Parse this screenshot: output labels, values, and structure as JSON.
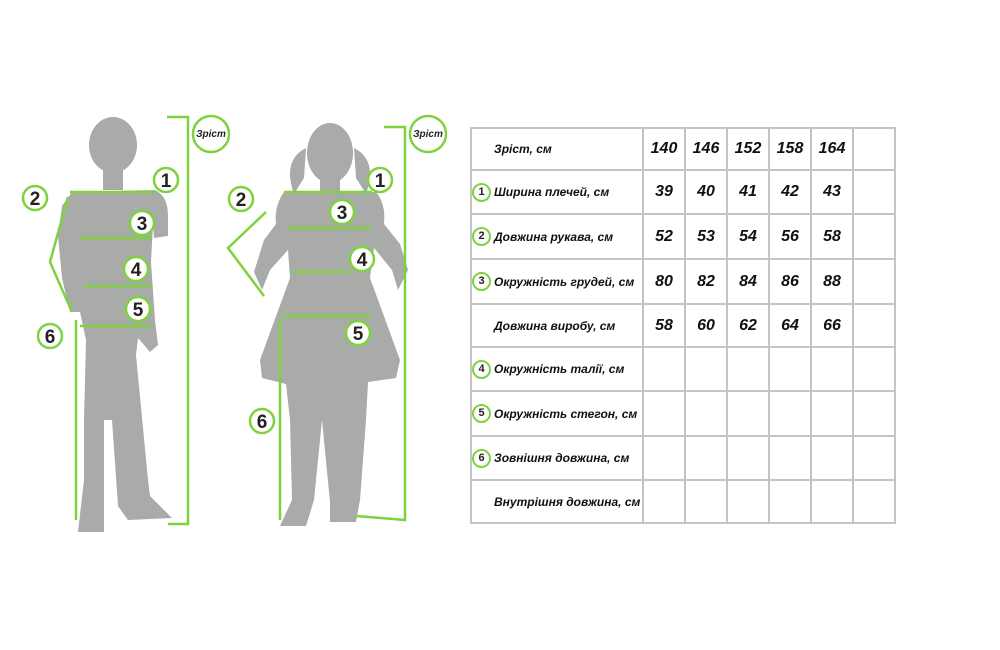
{
  "colors": {
    "silhouette": "#a8aba8",
    "measure_line": "#7ed23e",
    "table_border": "#c4c4c4"
  },
  "figures": {
    "height_label": "Зріст",
    "markers": [
      "1",
      "2",
      "3",
      "4",
      "5",
      "6"
    ]
  },
  "table": {
    "header_label": "Зріст, см",
    "sizes": [
      "140",
      "146",
      "152",
      "158",
      "164",
      ""
    ],
    "rows": [
      {
        "marker": "1",
        "label": "Ширина плечей, см",
        "values": [
          "39",
          "40",
          "41",
          "42",
          "43",
          ""
        ]
      },
      {
        "marker": "2",
        "label": "Довжина рукава, см",
        "values": [
          "52",
          "53",
          "54",
          "56",
          "58",
          ""
        ]
      },
      {
        "marker": "3",
        "label": "Окружність грудей, см",
        "values": [
          "80",
          "82",
          "84",
          "86",
          "88",
          ""
        ]
      },
      {
        "marker": "",
        "label": "Довжина виробу, см",
        "values": [
          "58",
          "60",
          "62",
          "64",
          "66",
          ""
        ]
      },
      {
        "marker": "4",
        "label": "Окружність талії, см",
        "values": [
          "",
          "",
          "",
          "",
          "",
          ""
        ]
      },
      {
        "marker": "5",
        "label": "Окружність стегон, см",
        "values": [
          "",
          "",
          "",
          "",
          "",
          ""
        ]
      },
      {
        "marker": "6",
        "label": "Зовнішня довжина, см",
        "values": [
          "",
          "",
          "",
          "",
          "",
          ""
        ]
      },
      {
        "marker": "",
        "label": "Внутрішня довжина, см",
        "values": [
          "",
          "",
          "",
          "",
          "",
          ""
        ]
      }
    ]
  }
}
